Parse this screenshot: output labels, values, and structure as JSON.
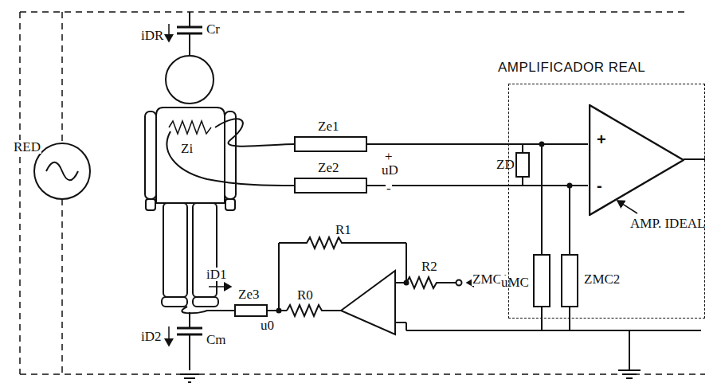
{
  "diagram": {
    "nodes": [
      {
        "text": [
          "AMPLIFICADOR REAL"
        ]
      },
      {
        "text": [
          "+",
          "-"
        ],
        "in": 0
      }
    ],
    "labels": [
      "iDR",
      "Cr",
      "RED",
      "Zi",
      "Ze1",
      "Ze2",
      "+",
      "uD",
      "-",
      "ZD",
      "AMP. IDEAL",
      "iD1",
      "R1",
      "R0",
      "R2",
      "ZMC1",
      "ZMC2",
      "uMC",
      "Ze3",
      "u0",
      "iD2",
      "Cm"
    ]
  }
}
